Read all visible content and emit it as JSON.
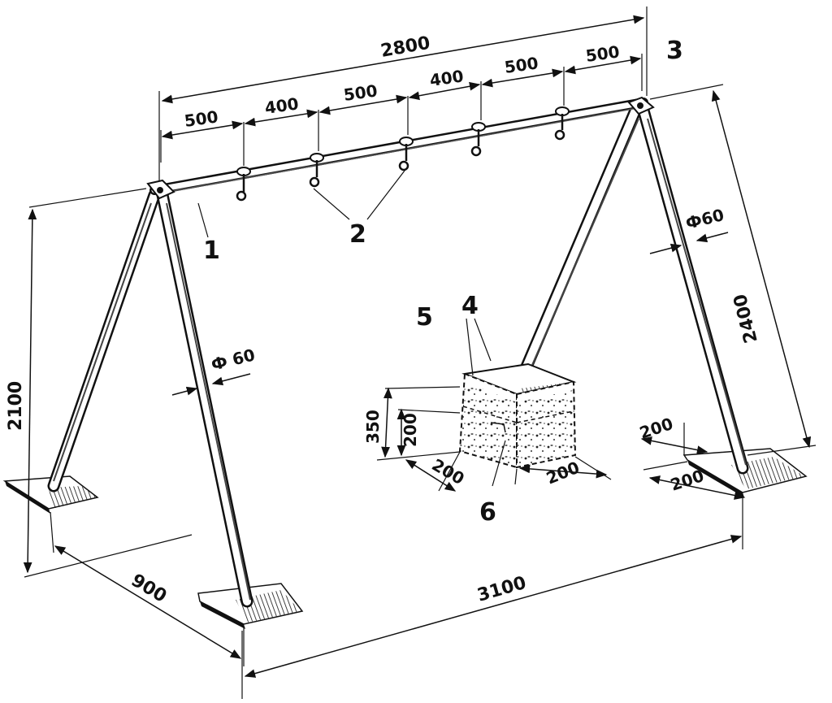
{
  "dimensions": {
    "beam_length": "2800",
    "hook_spacing": [
      "500",
      "400",
      "500",
      "400",
      "500",
      "500"
    ],
    "frame_height": "2100",
    "leg_length": "2400",
    "base_spread": "900",
    "frame_length": "3100",
    "pipe_diameter_left": "Ф 60",
    "pipe_diameter_right": "Ф60",
    "block_height": "350",
    "block_socket_depth": "200",
    "block_width": "200",
    "block_depth": "200",
    "pad_width": "200",
    "pad_depth": "200"
  },
  "callouts": {
    "beam": "1",
    "hooks": "2",
    "top_joint": "3",
    "block": "4",
    "socket": "5",
    "concrete": "6"
  }
}
